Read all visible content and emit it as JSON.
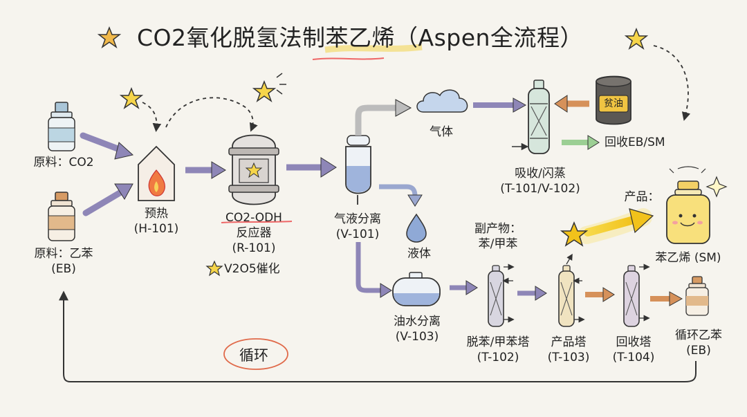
{
  "title": "CO2氧化脱氢法制苯乙烯（Aspen全流程）",
  "feeds": {
    "co2": "原料：CO2",
    "eb_line1": "原料：乙苯",
    "eb_line2": "(EB)"
  },
  "units": {
    "preheat": [
      "预热",
      "(H-101)"
    ],
    "reactor": [
      "CO2-ODH",
      "反应器",
      "(R-101)"
    ],
    "catalyst": "V2O5催化",
    "separator": [
      "气液分离",
      "(V-101)"
    ],
    "gas": "气体",
    "liquid": "液体",
    "absorber": [
      "吸收/闪蒸",
      "(T-101/V-102)"
    ],
    "lean_oil": "贫油",
    "recover_eb": "回收EB/SM",
    "oil_water": [
      "油水分离",
      "(V-103)"
    ],
    "byproduct": [
      "副产物：",
      "苯/甲苯"
    ],
    "t102": [
      "脱苯/甲苯塔",
      "(T-102)"
    ],
    "t103": [
      "产品塔",
      "(T-103)"
    ],
    "t104": [
      "回收塔",
      "(T-104)"
    ],
    "product_label": "产品：",
    "product": "苯乙烯 (SM)",
    "recycle_eb": [
      "循环乙苯",
      "(EB)"
    ],
    "cycle": "循环"
  }
}
